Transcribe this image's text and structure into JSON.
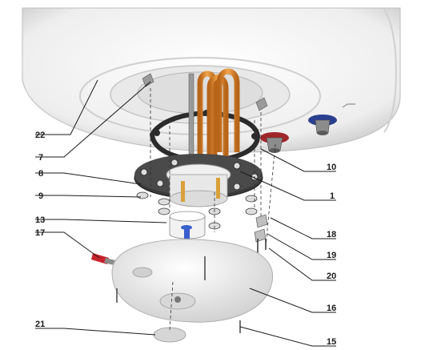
{
  "callouts": [
    {
      "id": "c22",
      "label": "22"
    },
    {
      "id": "c7",
      "label": "7"
    },
    {
      "id": "c8",
      "label": "8"
    },
    {
      "id": "c9",
      "label": "9"
    },
    {
      "id": "c13",
      "label": "13"
    },
    {
      "id": "c17",
      "label": "17"
    },
    {
      "id": "c21",
      "label": "21"
    },
    {
      "id": "c10",
      "label": "10"
    },
    {
      "id": "c1",
      "label": "1"
    },
    {
      "id": "c18",
      "label": "18"
    },
    {
      "id": "c19",
      "label": "19"
    },
    {
      "id": "c20",
      "label": "20"
    },
    {
      "id": "c16",
      "label": "16"
    },
    {
      "id": "c15",
      "label": "15"
    }
  ],
  "colors": {
    "tank_body": "#f4f4f4",
    "tank_shade": "#d9d9d9",
    "heating_element": "#d98a2b",
    "gasket": "#2b2b2b",
    "flange": "#3a3a3a",
    "thermostat_knob": "#3a5fcd",
    "outlet_pipe_red": "#a0262a",
    "outlet_pipe_blue": "#2a3f8f",
    "indicator_lamp": "#c8232b",
    "label_text": "#1a1a1a"
  }
}
